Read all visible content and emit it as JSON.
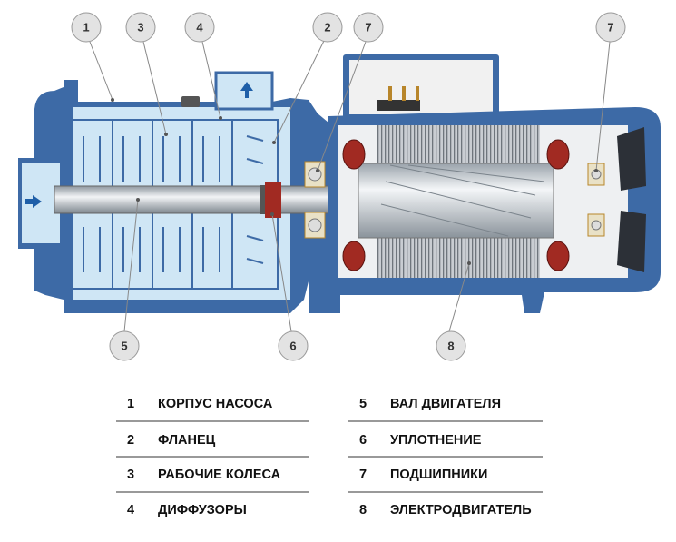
{
  "callouts": [
    "1",
    "3",
    "4",
    "2",
    "7",
    "7",
    "5",
    "6",
    "8"
  ],
  "legend": [
    {
      "num": "1",
      "label": "КОРПУС НАСОСА"
    },
    {
      "num": "2",
      "label": "ФЛАНЕЦ"
    },
    {
      "num": "3",
      "label": "РАБОЧИЕ КОЛЕСА"
    },
    {
      "num": "4",
      "label": "ДИФФУЗОРЫ"
    },
    {
      "num": "5",
      "label": "ВАЛ ДВИГАТЕЛЯ"
    },
    {
      "num": "6",
      "label": "УПЛОТНЕНИЕ"
    },
    {
      "num": "7",
      "label": "ПОДШИПНИКИ"
    },
    {
      "num": "8",
      "label": "ЭЛЕКТРОДВИГАТЕЛЬ"
    }
  ],
  "colors": {
    "housing": "#3d6aa6",
    "water": "#cfe6f5",
    "metal": "#b8c0c8",
    "winding": "#a12a22",
    "callout": "#e3e3e3"
  }
}
